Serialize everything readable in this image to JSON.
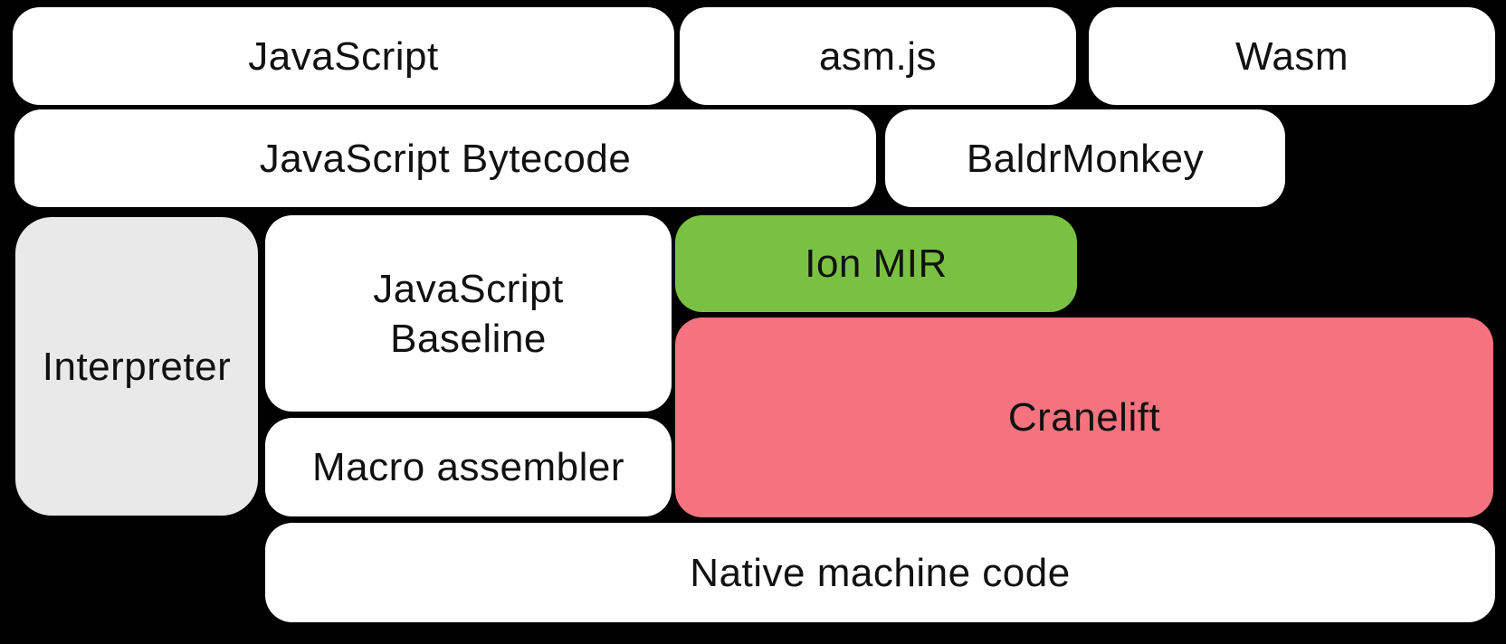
{
  "background": "#000000",
  "colors": {
    "box_default": "#ffffff",
    "interpreter_gray": "#e9e9e9",
    "ion_green": "#7ac143",
    "cranelift_pink": "#f5737f",
    "text": "#111111"
  },
  "boxes": [
    {
      "id": "javascript",
      "label": "JavaScript",
      "color": "#ffffff"
    },
    {
      "id": "asmjs",
      "label": "asm.js",
      "color": "#ffffff"
    },
    {
      "id": "wasm",
      "label": "Wasm",
      "color": "#ffffff"
    },
    {
      "id": "js-bytecode",
      "label": "JavaScript Bytecode",
      "color": "#ffffff"
    },
    {
      "id": "baldrmonkey",
      "label": "BaldrMonkey",
      "color": "#ffffff"
    },
    {
      "id": "interpreter",
      "label": "Interpreter",
      "color": "#e9e9e9"
    },
    {
      "id": "js-baseline",
      "label": "JavaScript Baseline",
      "color": "#ffffff"
    },
    {
      "id": "ion-mir",
      "label": "Ion MIR",
      "color": "#7ac143"
    },
    {
      "id": "cranelift",
      "label": "Cranelift",
      "color": "#f5737f"
    },
    {
      "id": "macro-assembler",
      "label": "Macro assembler",
      "color": "#ffffff"
    },
    {
      "id": "native-code",
      "label": "Native machine code",
      "color": "#ffffff"
    }
  ]
}
